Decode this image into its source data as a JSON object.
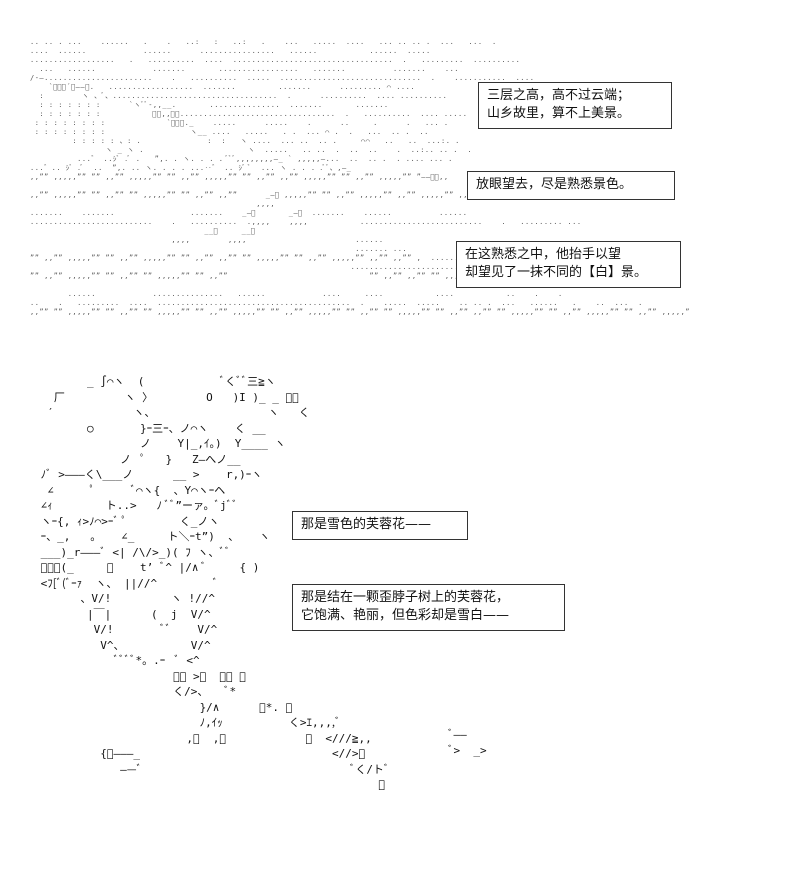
{
  "captions": [
    {
      "id": "caption-1",
      "lines": [
        "三层之高，高不过云端；",
        "山乡故里，算不上美景。"
      ]
    },
    {
      "id": "caption-2",
      "lines": [
        "放眼望去，尽是熟悉景色。"
      ]
    },
    {
      "id": "caption-3",
      "lines": [
        "在这熟悉之中，他抬手以望",
        "却望见了一抹不同的【白】景。"
      ]
    },
    {
      "id": "caption-4",
      "lines": [
        "那是雪色的芙蓉花——"
      ]
    },
    {
      "id": "caption-5",
      "lines": [
        "那是结在一颗歪脖子树上的芙蓉花，",
        "它饱满、艳丽，但色彩却是雪白——"
      ]
    }
  ],
  "art": {
    "landscape": ".. .. . ...    ......   .    .   ..:   :   ..:   .    ...   .....  ....   ... .. .. .  ...   ...  .\n....  ......            ......      ................   ......           ......  .....\n..................   .   ..........  ....  ..................................  .   .........  ..........\n  ...   ......            .......       .................   .......          .......    ...\n/-—.......................    .   ..........  .....  ..............................  .    ...........  ....\n    `ﾞﾞﾞ´、——、.   ..................  .......         .......      ......... ⌒ ....\n  :        ヽ 、ﾞ、...................................  .      ..........  .... ..........\n  : : : : : : :      `ヽﾞﾞ‐,,__.       ...............  .......       .......\n  : : : : : : :           ﾞ、,,ﾞ､.................................  .   ..........  .... .....\n : : : : : : : :             `ﾞﾞ、._    .....      .....    .      ..     .      .   ... .\n : : : : : : : :                  ヽ__ ....   .....   . .  ... ⌒ .  .   ...  .. .  ..\n         : : : : : 、: .              :  :   ヽ ....  ... ..  .. .     ⌒⌒   ..   ..  ...:. .\n                ヽ _ ヽ .                      ヽ  .....   .. ..  .  ..  ..    .  ..:.. .. .  .\n          ...゛ ..ｼﾞ .ﾞ .   ”,. . ヽ. . . . ﾞﾞﾞ,,,,,,,,—_ ` ,,,,,—...  ..  .. .  . .... ... .\n...゛.. ｼﾞ .ﾞ  ..  ”,. .. ヽ. . . . ...‥゛ .. ｼﾞ ﾞ  ... ヽ . . . .ﾞﾞ、,—_\n,,”” ,,,,,”” ”” ,,”” ,,,,,”” ”” ,,”” ,,,,,”” ”” ,,”” ,,”” ,,,,,”” ”” ,,”” ,,,,,”” ”——ﾞﾞ,,\n\n,,”” ,,,,,”” ”” ,,”” ”” ,,,,,”” ”” ,,”” ,,””      _—ﾞ ,,,,,”” ”” ,,”” ,,,,,”” ,,”” ,,,,,”” ,,”” ”” ,,,,,”” ”\n                                                ,,,,\n.......    .......                .......    _—ﾞ       _—ﾞ  .......    ......          ......\n..........................    .   ..........  .,,,,    ,,,,           ..........................    .   ......... ...\n                                     __ﾞ     __ﾞ\n                              ,,,,        ,,,,                       ......\n                                                                     ....... ...\n”” ,,”” ,,,,,”” ”” ,,”” ,,,,,”” ”” ,,”” ,,”” ”” ,,,,,”” ”” ,,”” ,,,,,”” ,,”” ,,”” ,  ..........     ......        ......\n                                                                    ..............................   .   ..........  ........\n”” ,,”” ,,,,,”” ”” ,,”” ”” ,,,,,”” ”” ,,””                              ”” ,,”” ,,”” ”” ,,,,,”” ”” ,,”” ,,,,,”” ”” ,,,\n\n        ......            ...............   ......            ....     ....           ....           ..    .    .\n..    .   .........  ....  .........................................  .    .....  .....    .. .. .  ...   ......   .    ..  ...  .\n,,”” ”” ,,,,,”” ”” ,,”” ”” ,,,,,”” ”” ,,”” ,,,,,”” ”” ,,”” ,,,,,”” ”” ,,”” ”” ,,,,,”” ”” ,,”” ,,”” ”” ,,,,,”” ”” ,,”” ,,,,,”” ”” ,,”” ,,,,,”",
    "figure": "        _ ∫⌒ヽ  (            ﾞくﾞﾞ三≧ヽ\n   厂         ヽ 〉        O   )I )_ _ ﾞ、\n  ′            ヽ、                 ヽ   く\n        ○       }ｰ三ｰ、ノ⌒ヽ    く __\n                ノ    Y|_,ｲ。)  Y____ ヽ\n             ノ  ﾟ   }   Z—へノ__\n ﾉﾞ >———く\\___ノ      __ >    r,)ｰヽ\n  ∠      ﾟ      ﾞ⌒ヽ{  、Y⌒ヽｰヘ\n ∠ｨ        ト..>   ﾉ ﾞﾞ”ーァ。ﾞjﾞﾞ\n ヽｰ{, ｨ>ﾉ⌒>ｰﾞ ﾟ        く_ノヽ\n ｰ、_,   。   ∠_     ト＼ｰt”)  、   ヽ\n ___)_r———ﾞ <| /\\/>_)( ﾌ ヽ、ﾞﾞ\n ﾞﾞｰ(_     ﾟ    t’ ﾞ^ |/∧ ﾞ     { )\n <ﾌ[ﾞ(ﾞｰｧ  ヽ、 ||//^         ﾞ\n       、V/!         ヽ !//^\n        |￣|      (  j  V/^\n         V/!       ﾞﾞ    V/^\n          V^、          V/^\n            ﾞﾞﾞﾞ*。.ｰ  ﾞ <^\n                     ﾞﾞ >、  ﾞﾞ 、\n                     く/>、   ﾞ*\n                         }/∧      ﾞ*. ﾞ\n                         ﾉ,ｲｯ          く>ｴ,,,,ﾞ\n                       ,ﾞ  ,ﾞ            ﾞ  <///≧,,\n          {ﾞ———_                             <//>、\n             ——ﾞ                                ﾞく/トﾞ\n                                                    ﾞ",
    "small_mark": "ﾞ——\nﾞ>  _>"
  }
}
